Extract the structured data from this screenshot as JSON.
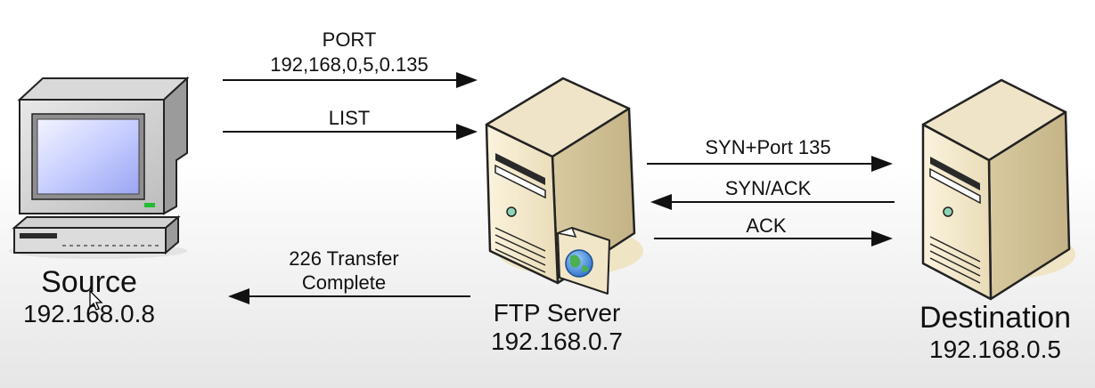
{
  "messages": {
    "port": {
      "line1": "PORT",
      "line2": "192,168,0,5,0.135"
    },
    "list": "LIST",
    "syn_port": "SYN+Port 135",
    "syn_ack": "SYN/ACK",
    "ack": "ACK",
    "transfer": {
      "line1": "226 Transfer",
      "line2": "Complete"
    }
  },
  "nodes": {
    "source": {
      "name": "Source",
      "ip": "192.168.0.8"
    },
    "ftp": {
      "name": "FTP Server",
      "ip": "192.168.0.7"
    },
    "destination": {
      "name": "Destination",
      "ip": "192.168.0.5"
    }
  }
}
